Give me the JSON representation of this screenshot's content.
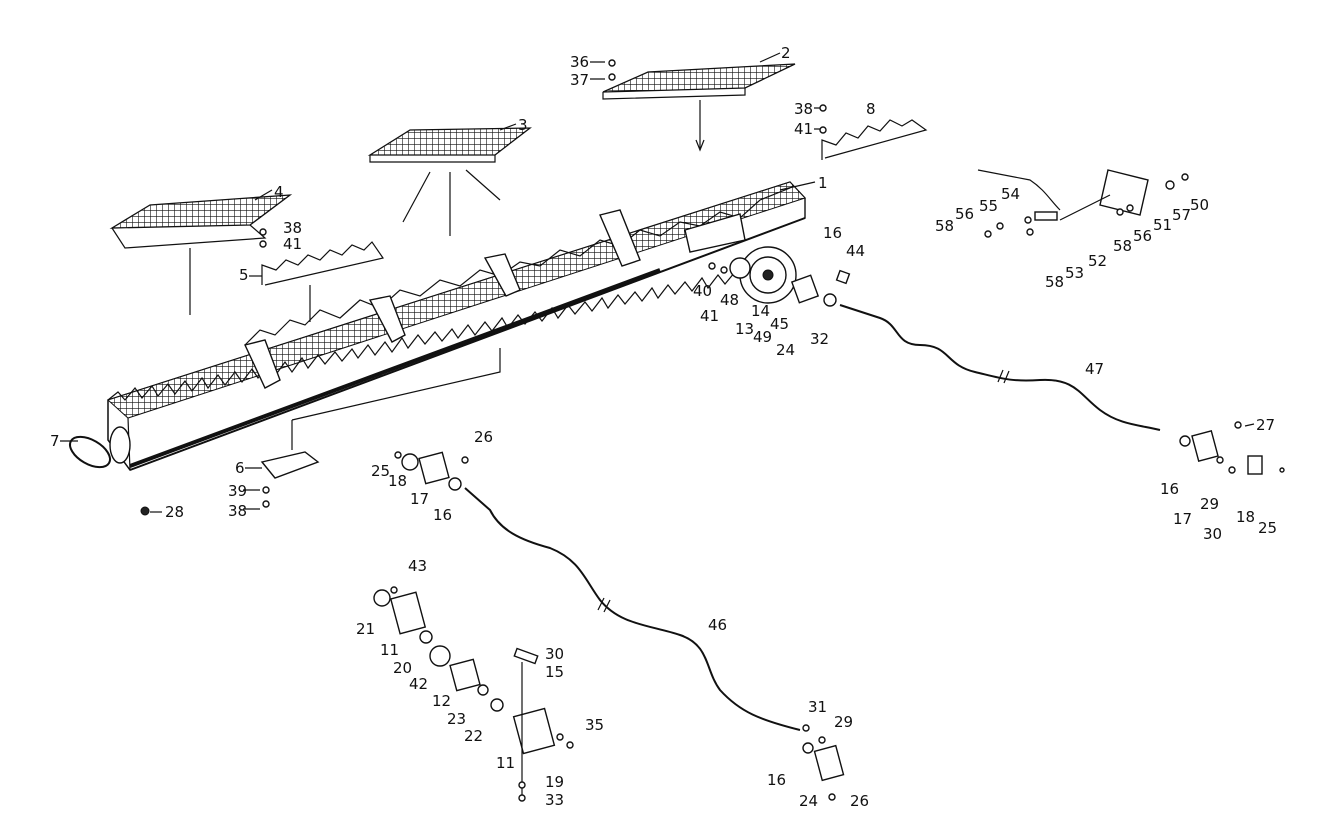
{
  "diagram": {
    "labels": {
      "p1": "1",
      "p2": "2",
      "p3": "3",
      "p4": "4",
      "p5": "5",
      "p6": "6",
      "p7": "7",
      "p8": "8",
      "p11a": "11",
      "p11b": "11",
      "p12": "12",
      "p13": "13",
      "p14": "14",
      "p15": "15",
      "p16a": "16",
      "p16b": "16",
      "p16c": "16",
      "p16d": "16",
      "p17a": "17",
      "p17b": "17",
      "p18a": "18",
      "p18b": "18",
      "p19": "19",
      "p20": "20",
      "p21": "21",
      "p22": "22",
      "p23": "23",
      "p24a": "24",
      "p24b": "24",
      "p25a": "25",
      "p25b": "25",
      "p26a": "26",
      "p26b": "26",
      "p27": "27",
      "p28": "28",
      "p29a": "29",
      "p29b": "29",
      "p30a": "30",
      "p30b": "30",
      "p31": "31",
      "p32": "32",
      "p33": "33",
      "p35": "35",
      "p36": "36",
      "p37": "37",
      "p38a": "38",
      "p38b": "38",
      "p38c": "38",
      "p39": "39",
      "p40": "40",
      "p41a": "41",
      "p41b": "41",
      "p41c": "41",
      "p42": "42",
      "p43": "43",
      "p44": "44",
      "p45": "45",
      "p46": "46",
      "p47": "47",
      "p48": "48",
      "p49": "49",
      "p50": "50",
      "p51": "51",
      "p52": "52",
      "p53": "53",
      "p54": "54",
      "p55": "55",
      "p56a": "56",
      "p56b": "56",
      "p57": "57",
      "p58a": "58",
      "p58b": "58",
      "p58c": "58"
    }
  }
}
